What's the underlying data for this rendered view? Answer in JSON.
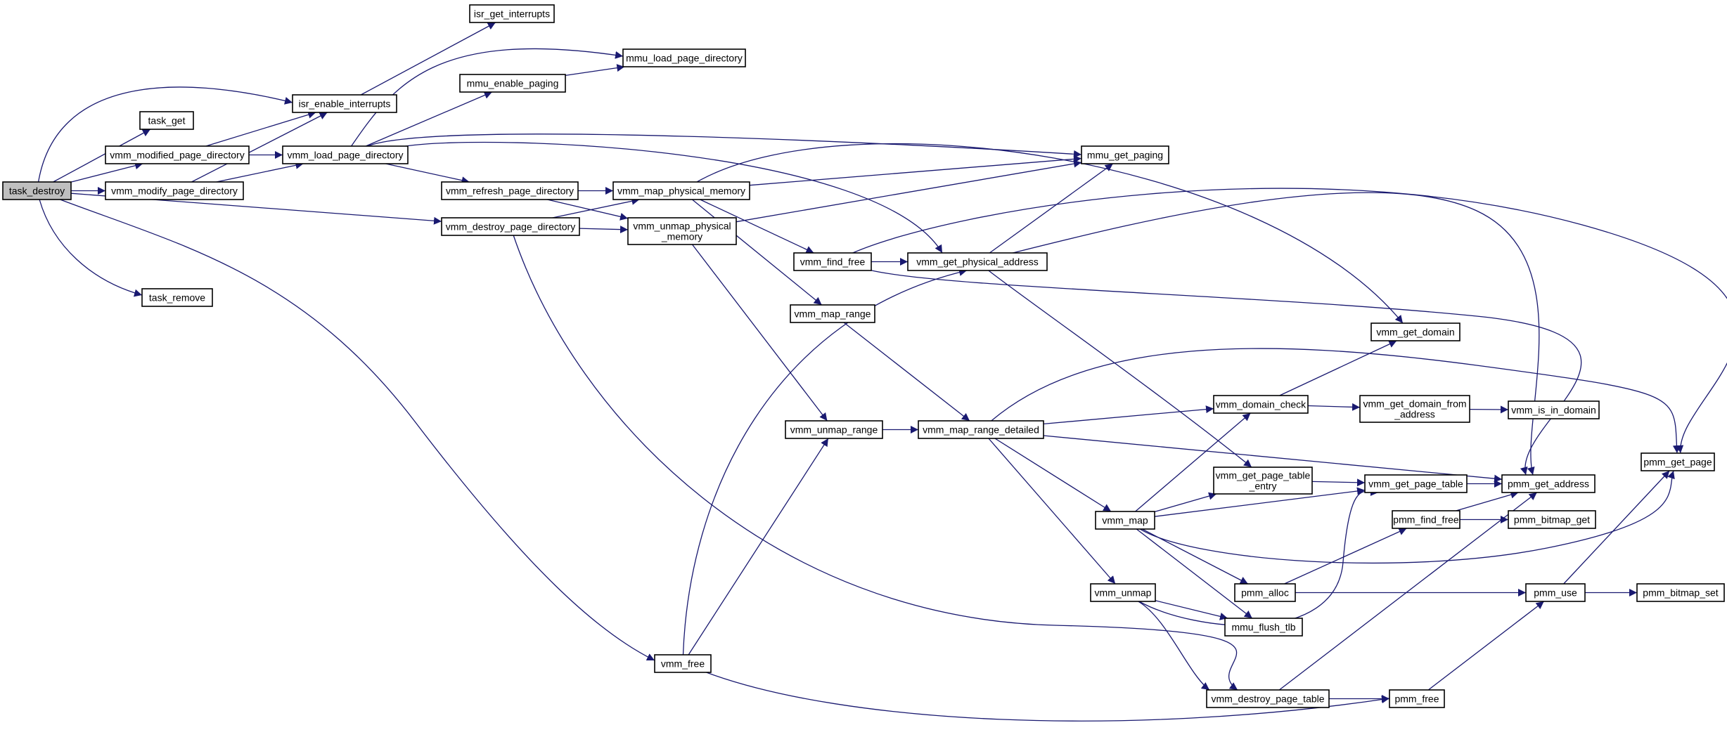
{
  "diagram": {
    "colors": {
      "edge": "#191970",
      "root_fill": "#bfbfbf",
      "node_fill": "#ffffff",
      "border": "#000000"
    },
    "nodes": [
      {
        "id": "task_destroy",
        "lines": [
          "task_destroy"
        ],
        "root": true
      },
      {
        "id": "isr_get_interrupts",
        "lines": [
          "isr_get_interrupts"
        ]
      },
      {
        "id": "isr_enable_interrupts",
        "lines": [
          "isr_enable_interrupts"
        ]
      },
      {
        "id": "task_get",
        "lines": [
          "task_get"
        ]
      },
      {
        "id": "vmm_modified_page_directory",
        "lines": [
          "vmm_modified_page_directory"
        ]
      },
      {
        "id": "vmm_modify_page_directory",
        "lines": [
          "vmm_modify_page_directory"
        ]
      },
      {
        "id": "vmm_load_page_directory",
        "lines": [
          "vmm_load_page_directory"
        ]
      },
      {
        "id": "mmu_enable_paging",
        "lines": [
          "mmu_enable_paging"
        ]
      },
      {
        "id": "mmu_load_page_directory",
        "lines": [
          "mmu_load_page_directory"
        ]
      },
      {
        "id": "vmm_refresh_page_directory",
        "lines": [
          "vmm_refresh_page_directory"
        ]
      },
      {
        "id": "vmm_destroy_page_directory",
        "lines": [
          "vmm_destroy_page_directory"
        ]
      },
      {
        "id": "task_remove",
        "lines": [
          "task_remove"
        ]
      },
      {
        "id": "vmm_map_physical_memory",
        "lines": [
          "vmm_map_physical_memory"
        ]
      },
      {
        "id": "vmm_unmap_physical_memory",
        "lines": [
          "vmm_unmap_physical",
          "_memory"
        ]
      },
      {
        "id": "mmu_get_paging",
        "lines": [
          "mmu_get_paging"
        ]
      },
      {
        "id": "vmm_find_free",
        "lines": [
          "vmm_find_free"
        ]
      },
      {
        "id": "vmm_get_physical_address",
        "lines": [
          "vmm_get_physical_address"
        ]
      },
      {
        "id": "vmm_map_range",
        "lines": [
          "vmm_map_range"
        ]
      },
      {
        "id": "vmm_unmap_range",
        "lines": [
          "vmm_unmap_range"
        ]
      },
      {
        "id": "vmm_map_range_detailed",
        "lines": [
          "vmm_map_range_detailed"
        ]
      },
      {
        "id": "vmm_get_domain",
        "lines": [
          "vmm_get_domain"
        ]
      },
      {
        "id": "vmm_domain_check",
        "lines": [
          "vmm_domain_check"
        ]
      },
      {
        "id": "vmm_get_domain_from_address",
        "lines": [
          "vmm_get_domain_from",
          "_address"
        ]
      },
      {
        "id": "vmm_is_in_domain",
        "lines": [
          "vmm_is_in_domain"
        ]
      },
      {
        "id": "pmm_get_page",
        "lines": [
          "pmm_get_page"
        ]
      },
      {
        "id": "vmm_get_page_table_entry",
        "lines": [
          "vmm_get_page_table",
          "_entry"
        ]
      },
      {
        "id": "vmm_get_page_table",
        "lines": [
          "vmm_get_page_table"
        ]
      },
      {
        "id": "pmm_get_address",
        "lines": [
          "pmm_get_address"
        ]
      },
      {
        "id": "vmm_map",
        "lines": [
          "vmm_map"
        ]
      },
      {
        "id": "pmm_find_free",
        "lines": [
          "pmm_find_free"
        ]
      },
      {
        "id": "pmm_bitmap_get",
        "lines": [
          "pmm_bitmap_get"
        ]
      },
      {
        "id": "pmm_alloc",
        "lines": [
          "pmm_alloc"
        ]
      },
      {
        "id": "vmm_unmap",
        "lines": [
          "vmm_unmap"
        ]
      },
      {
        "id": "pmm_use",
        "lines": [
          "pmm_use"
        ]
      },
      {
        "id": "pmm_bitmap_set",
        "lines": [
          "pmm_bitmap_set"
        ]
      },
      {
        "id": "mmu_flush_tlb",
        "lines": [
          "mmu_flush_tlb"
        ]
      },
      {
        "id": "vmm_free",
        "lines": [
          "vmm_free"
        ]
      },
      {
        "id": "vmm_destroy_page_table",
        "lines": [
          "vmm_destroy_page_table"
        ]
      },
      {
        "id": "pmm_free",
        "lines": [
          "pmm_free"
        ]
      }
    ],
    "edges": [
      [
        "task_destroy",
        "isr_enable_interrupts"
      ],
      [
        "task_destroy",
        "task_get"
      ],
      [
        "task_destroy",
        "vmm_modified_page_directory"
      ],
      [
        "task_destroy",
        "vmm_modify_page_directory"
      ],
      [
        "task_destroy",
        "vmm_destroy_page_directory"
      ],
      [
        "task_destroy",
        "task_remove"
      ],
      [
        "task_destroy",
        "vmm_free"
      ],
      [
        "isr_enable_interrupts",
        "isr_get_interrupts"
      ],
      [
        "vmm_modified_page_directory",
        "isr_enable_interrupts"
      ],
      [
        "vmm_modified_page_directory",
        "vmm_load_page_directory"
      ],
      [
        "vmm_modify_page_directory",
        "isr_enable_interrupts"
      ],
      [
        "vmm_modify_page_directory",
        "vmm_load_page_directory"
      ],
      [
        "vmm_load_page_directory",
        "mmu_load_page_directory"
      ],
      [
        "vmm_load_page_directory",
        "mmu_enable_paging"
      ],
      [
        "vmm_load_page_directory",
        "mmu_get_paging"
      ],
      [
        "vmm_load_page_directory",
        "vmm_refresh_page_directory"
      ],
      [
        "vmm_load_page_directory",
        "vmm_get_physical_address"
      ],
      [
        "mmu_enable_paging",
        "mmu_load_page_directory"
      ],
      [
        "vmm_refresh_page_directory",
        "vmm_map_physical_memory"
      ],
      [
        "vmm_refresh_page_directory",
        "vmm_unmap_physical_memory"
      ],
      [
        "vmm_destroy_page_directory",
        "vmm_map_physical_memory"
      ],
      [
        "vmm_destroy_page_directory",
        "vmm_unmap_physical_memory"
      ],
      [
        "vmm_destroy_page_directory",
        "vmm_destroy_page_table"
      ],
      [
        "vmm_map_physical_memory",
        "mmu_get_paging"
      ],
      [
        "vmm_map_physical_memory",
        "vmm_find_free"
      ],
      [
        "vmm_map_physical_memory",
        "vmm_map_range"
      ],
      [
        "vmm_map_physical_memory",
        "vmm_get_domain"
      ],
      [
        "vmm_unmap_physical_memory",
        "mmu_get_paging"
      ],
      [
        "vmm_unmap_physical_memory",
        "vmm_unmap_range"
      ],
      [
        "vmm_find_free",
        "vmm_get_physical_address"
      ],
      [
        "vmm_find_free",
        "pmm_get_page"
      ],
      [
        "vmm_find_free",
        "pmm_get_address"
      ],
      [
        "vmm_get_physical_address",
        "mmu_get_paging"
      ],
      [
        "vmm_get_physical_address",
        "pmm_get_address"
      ],
      [
        "vmm_get_physical_address",
        "vmm_get_page_table_entry"
      ],
      [
        "vmm_map_range",
        "vmm_map_range_detailed"
      ],
      [
        "vmm_unmap_range",
        "vmm_map_range_detailed"
      ],
      [
        "vmm_map_range_detailed",
        "pmm_get_page"
      ],
      [
        "vmm_map_range_detailed",
        "vmm_domain_check"
      ],
      [
        "vmm_map_range_detailed",
        "pmm_get_address"
      ],
      [
        "vmm_map_range_detailed",
        "vmm_map"
      ],
      [
        "vmm_map_range_detailed",
        "vmm_unmap"
      ],
      [
        "vmm_domain_check",
        "vmm_get_domain"
      ],
      [
        "vmm_domain_check",
        "vmm_get_domain_from_address"
      ],
      [
        "vmm_get_domain_from_address",
        "vmm_is_in_domain"
      ],
      [
        "vmm_get_page_table_entry",
        "vmm_get_page_table"
      ],
      [
        "vmm_get_page_table",
        "pmm_get_address"
      ],
      [
        "vmm_map",
        "vmm_domain_check"
      ],
      [
        "vmm_map",
        "vmm_get_page_table_entry"
      ],
      [
        "vmm_map",
        "vmm_get_page_table"
      ],
      [
        "vmm_map",
        "pmm_get_page"
      ],
      [
        "vmm_map",
        "pmm_alloc"
      ],
      [
        "vmm_map",
        "mmu_flush_tlb"
      ],
      [
        "pmm_find_free",
        "pmm_get_address"
      ],
      [
        "pmm_find_free",
        "pmm_bitmap_get"
      ],
      [
        "pmm_alloc",
        "pmm_find_free"
      ],
      [
        "pmm_alloc",
        "pmm_use"
      ],
      [
        "pmm_use",
        "pmm_get_page"
      ],
      [
        "pmm_use",
        "pmm_bitmap_set"
      ],
      [
        "vmm_unmap",
        "mmu_flush_tlb"
      ],
      [
        "vmm_unmap",
        "vmm_get_page_table"
      ],
      [
        "vmm_unmap",
        "vmm_destroy_page_table"
      ],
      [
        "vmm_free",
        "vmm_get_physical_address"
      ],
      [
        "vmm_free",
        "vmm_unmap_range"
      ],
      [
        "vmm_free",
        "pmm_free"
      ],
      [
        "vmm_destroy_page_table",
        "pmm_get_address"
      ],
      [
        "vmm_destroy_page_table",
        "pmm_free"
      ],
      [
        "pmm_free",
        "pmm_use"
      ]
    ]
  }
}
